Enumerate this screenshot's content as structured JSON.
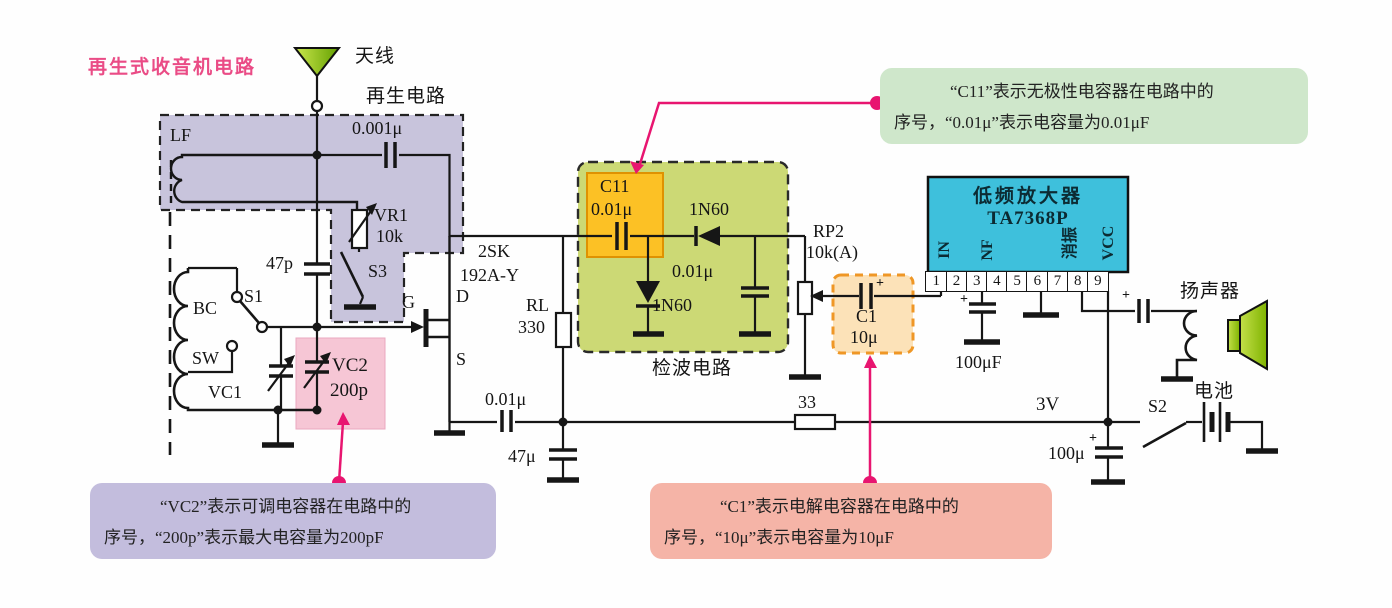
{
  "title": "再生式收音机电路",
  "antenna": {
    "label": "天线"
  },
  "regen": {
    "label": "再生电路",
    "lf": "LF",
    "c_feedback": "0.001μ",
    "vr1": "VR1",
    "vr1_value": "10k",
    "s3": "S3"
  },
  "tuning": {
    "c47p": "47p",
    "s1": "S1",
    "bc": "BC",
    "sw": "SW",
    "vc1": "VC1",
    "vc2": "VC2",
    "vc2_value": "200p"
  },
  "fet": {
    "part_line1": "2SK",
    "part_line2": "192A-Y",
    "gate": "G",
    "drain": "D",
    "source": "S"
  },
  "load": {
    "rl": "RL",
    "rl_value": "330"
  },
  "bypass": {
    "c_001": "0.01μ",
    "c_47u": "47μ"
  },
  "detector": {
    "label": "检波电路",
    "c11": "C11",
    "c11_value": "0.01μ",
    "d1": "1N60",
    "c_shunt": "0.01μ",
    "d2": "1N60"
  },
  "volume": {
    "rp2": "RP2",
    "rp2_value": "10k(A)"
  },
  "c1": {
    "name": "C1",
    "value": "10μ",
    "plus": "+"
  },
  "amp": {
    "name": "低频放大器",
    "part": "TA7368P",
    "pins": [
      "1",
      "2",
      "3",
      "4",
      "5",
      "6",
      "7",
      "8",
      "9"
    ],
    "pin1_label": "IN",
    "pin3_label": "NF",
    "pin7_label": "消振",
    "pin9_label": "VCC",
    "c_bypass": "100μF",
    "c_bypass_plus": "+"
  },
  "output": {
    "coupling_plus": "+",
    "speaker": "扬声器"
  },
  "power": {
    "rail_voltage": "3V",
    "r33": "33",
    "c100u": "100μ",
    "c100u_plus": "+",
    "s2": "S2",
    "battery": "电池"
  },
  "callouts": {
    "c11": {
      "line1": "“C11”表示无极性电容器在电路中的",
      "line2": "序号，“0.01μ”表示电容量为0.01μF"
    },
    "vc2": {
      "line1": "“VC2”表示可调电容器在电路中的",
      "line2": "序号，“200p”表示最大电容量为200pF"
    },
    "c1": {
      "line1": "“C1”表示电解电容器在电路中的",
      "line2": "序号，“10μ”表示电容量为10μF"
    }
  },
  "colors": {
    "title_pink": "#ea4c86",
    "callout_magenta": "#e81570",
    "regen_fill": "#c8c4dc",
    "vc2_highlight": "#f6c6d5",
    "detector_fill": "#ccd975",
    "c11_fill": "#fcc125",
    "c1_fill": "#fce2b8",
    "c1_border": "#ef9726",
    "ic_fill": "#3ec0dc",
    "note_green": "#cfe7cb",
    "note_purple": "#c3bddd",
    "note_salmon": "#f5b4a7",
    "antenna_green": "#9ccb1e",
    "wire": "#161616"
  }
}
